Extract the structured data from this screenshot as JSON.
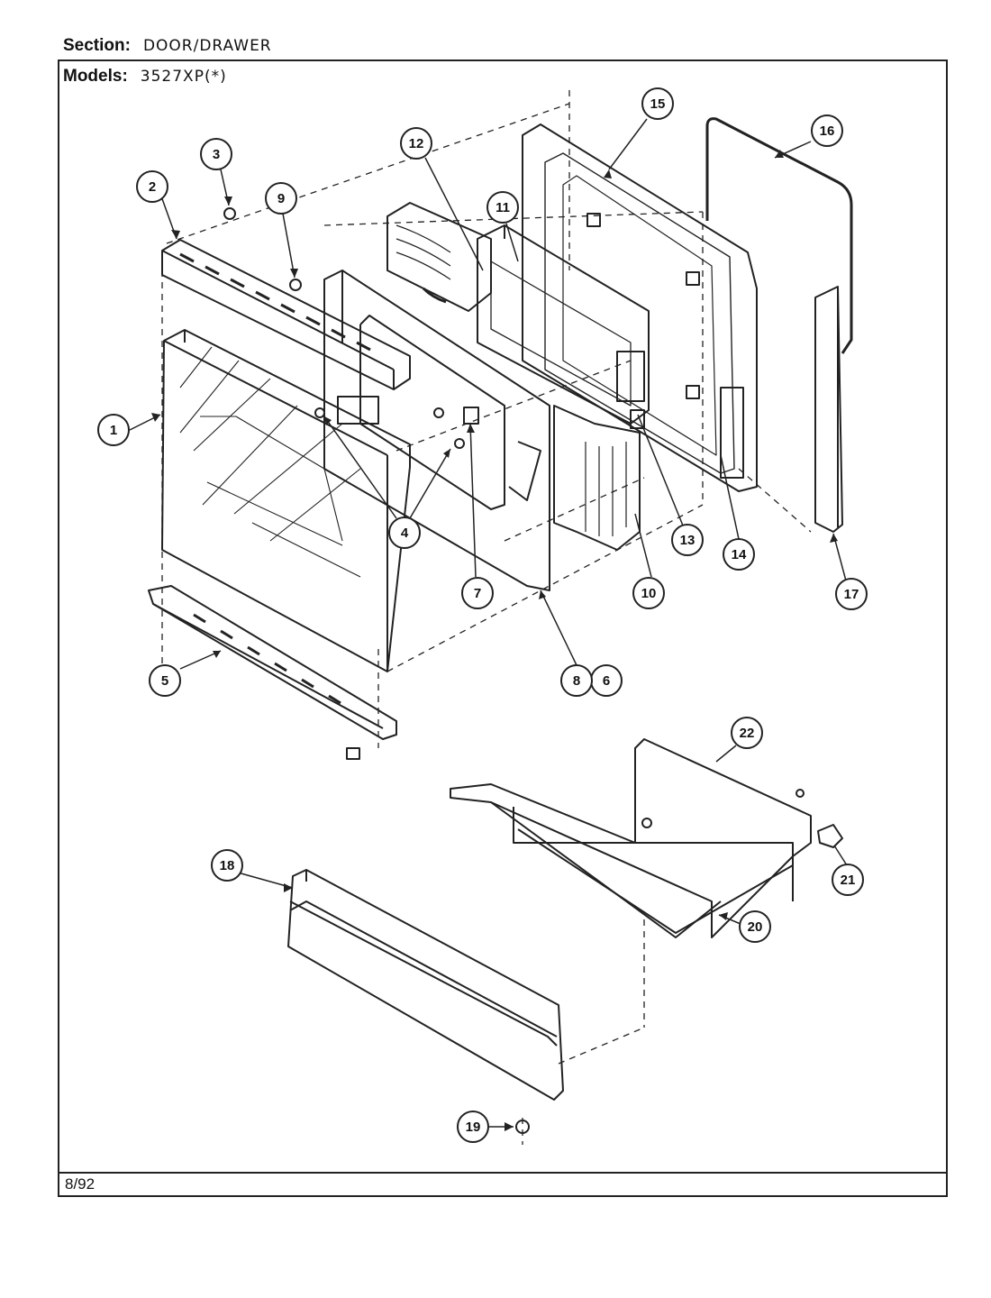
{
  "header": {
    "section_label": "Section:",
    "section_value": "DOOR/DRAWER",
    "models_label": "Models:",
    "models_value": "3527XP(*)"
  },
  "footer": {
    "date": "8/92"
  },
  "callouts": [
    "1",
    "2",
    "3",
    "4",
    "5",
    "6",
    "7",
    "8",
    "9",
    "10",
    "11",
    "12",
    "13",
    "14",
    "15",
    "16",
    "17",
    "18",
    "19",
    "20",
    "21",
    "22"
  ]
}
